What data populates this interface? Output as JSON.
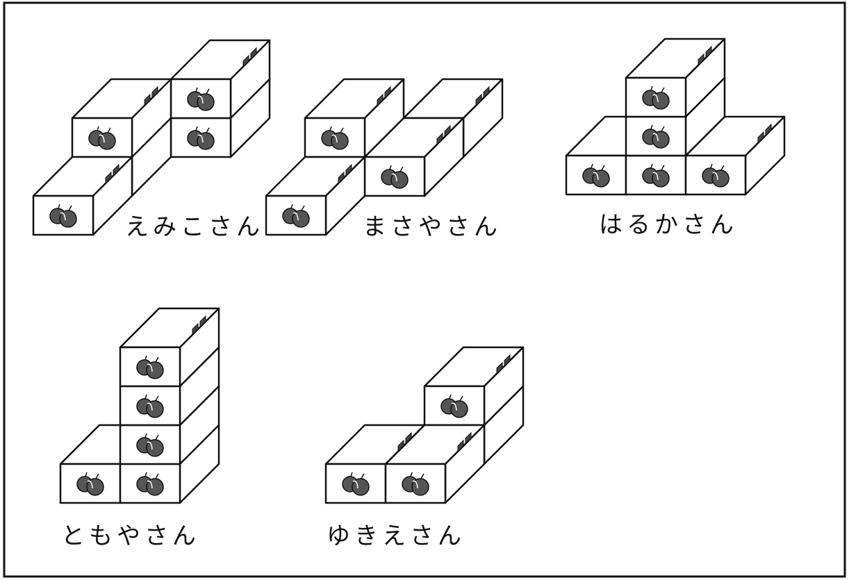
{
  "colors": {
    "line": "#111111",
    "face": "#ffffff",
    "apple": "#555555"
  },
  "boxes": {
    "front_icon": "apple-icon",
    "side_icon": "label-marks-icon"
  },
  "groups": [
    {
      "id": "emiko",
      "label": "えみこさん"
    },
    {
      "id": "masaya",
      "label": "まさやさん"
    },
    {
      "id": "haruka",
      "label": "はるかさん"
    },
    {
      "id": "tomoya",
      "label": "ともやさん"
    },
    {
      "id": "yukie",
      "label": "ゆきえさん"
    }
  ]
}
